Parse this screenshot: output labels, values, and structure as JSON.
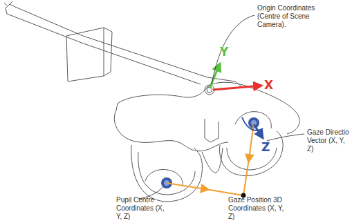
{
  "diagram": {
    "labels": [
      "Origin Coordinates (Centre of Scene Camera).",
      "Y",
      "X",
      "Z",
      "Gaze Directio Vector (X, Y, Z)",
      "Pupil Centre Coordinates (X, Y, Z)",
      "Gaze Position 3D Coordinates (X, Y, Z)"
    ]
  }
}
